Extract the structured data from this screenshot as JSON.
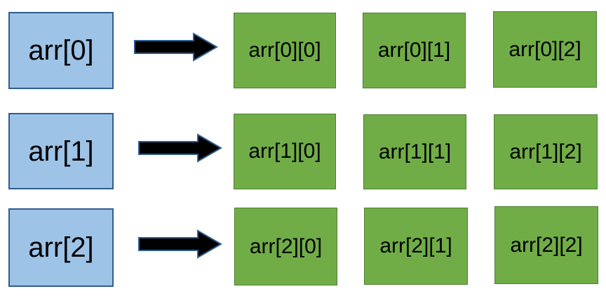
{
  "rows": [
    {
      "label": "arr[0]",
      "cells": [
        "arr[0][0]",
        "arr[0][1]",
        "arr[0][2]"
      ]
    },
    {
      "label": "arr[1]",
      "cells": [
        "arr[1][0]",
        "arr[1][1]",
        "arr[1][2]"
      ]
    },
    {
      "label": "arr[2]",
      "cells": [
        "arr[2][0]",
        "arr[2][1]",
        "arr[2][2]"
      ]
    }
  ],
  "colors": {
    "row_fill": "#9dc3e6",
    "row_border": "#2e5d8f",
    "cell_fill": "#70ad47",
    "cell_border": "#507e32",
    "arrow_fill": "#000000",
    "arrow_outline": "#2e5d8f"
  }
}
